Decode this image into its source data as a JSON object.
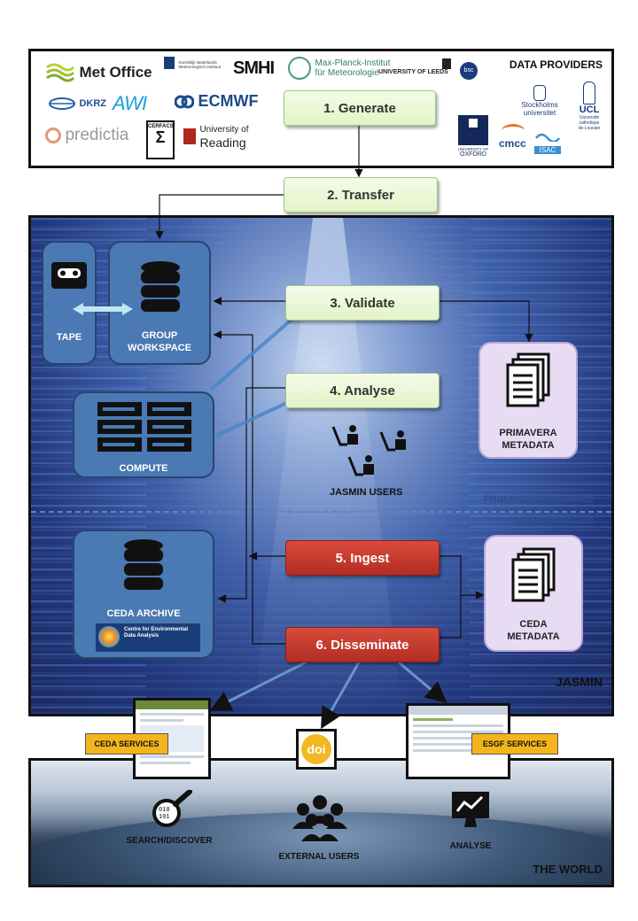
{
  "providers": {
    "title": "DATA PROVIDERS",
    "logos": {
      "met_office": "Met Office",
      "knmi": "Koninklijk Nederlands Meteorologisch Instituut",
      "smhi": "SMHI",
      "mpi_line1": "Max-Planck-Institut",
      "mpi_line2": "für Meteorologie",
      "leeds": "UNIVERSITY OF LEEDS",
      "bsc": "bsc",
      "dkrz": "DKRZ",
      "awi": "AWI",
      "ecmwf": "ECMWF",
      "predictia": "predictia",
      "cerfacs": "CERFACS",
      "reading_line1": "University of",
      "reading_line2": "Reading",
      "oxford_line1": "UNIVERSITY OF",
      "oxford_line2": "OXFORD",
      "stockholm_line1": "Stockholms",
      "stockholm_line2": "universitet",
      "ucl": "UCL",
      "ucl_sub1": "Université",
      "ucl_sub2": "catholique",
      "ucl_sub3": "de Louvain",
      "cmcc": "cmcc",
      "isac": "ISAC"
    }
  },
  "steps": {
    "generate": "1. Generate",
    "transfer": "2. Transfer",
    "validate": "3. Validate",
    "analyse": "4. Analyse",
    "ingest": "5. Ingest",
    "disseminate": "6. Disseminate"
  },
  "jasmin": {
    "title": "JASMIN",
    "tape": "TAPE",
    "group_workspace_1": "GROUP",
    "group_workspace_2": "WORKSPACE",
    "compute": "COMPUTE",
    "jasmin_users": "JASMIN USERS",
    "primavera_metadata_1": "PRIMAVERA",
    "primavera_metadata_2": "METADATA",
    "primavera_managed": "PRIMAVERA MANAGED",
    "ceda_managed": "CEDA MANAGED",
    "ceda_archive": "CEDA ARCHIVE",
    "ceda_logo_1": "Centre for Environmental",
    "ceda_logo_2": "Data Analysis",
    "ceda_metadata_1": "CEDA",
    "ceda_metadata_2": "METADATA"
  },
  "services": {
    "ceda": "CEDA SERVICES",
    "esgf": "ESGF SERVICES",
    "doi": "doi"
  },
  "world": {
    "title": "THE WORLD",
    "search": "SEARCH/DISCOVER",
    "users": "EXTERNAL  USERS",
    "analyse": "ANALYSE"
  }
}
